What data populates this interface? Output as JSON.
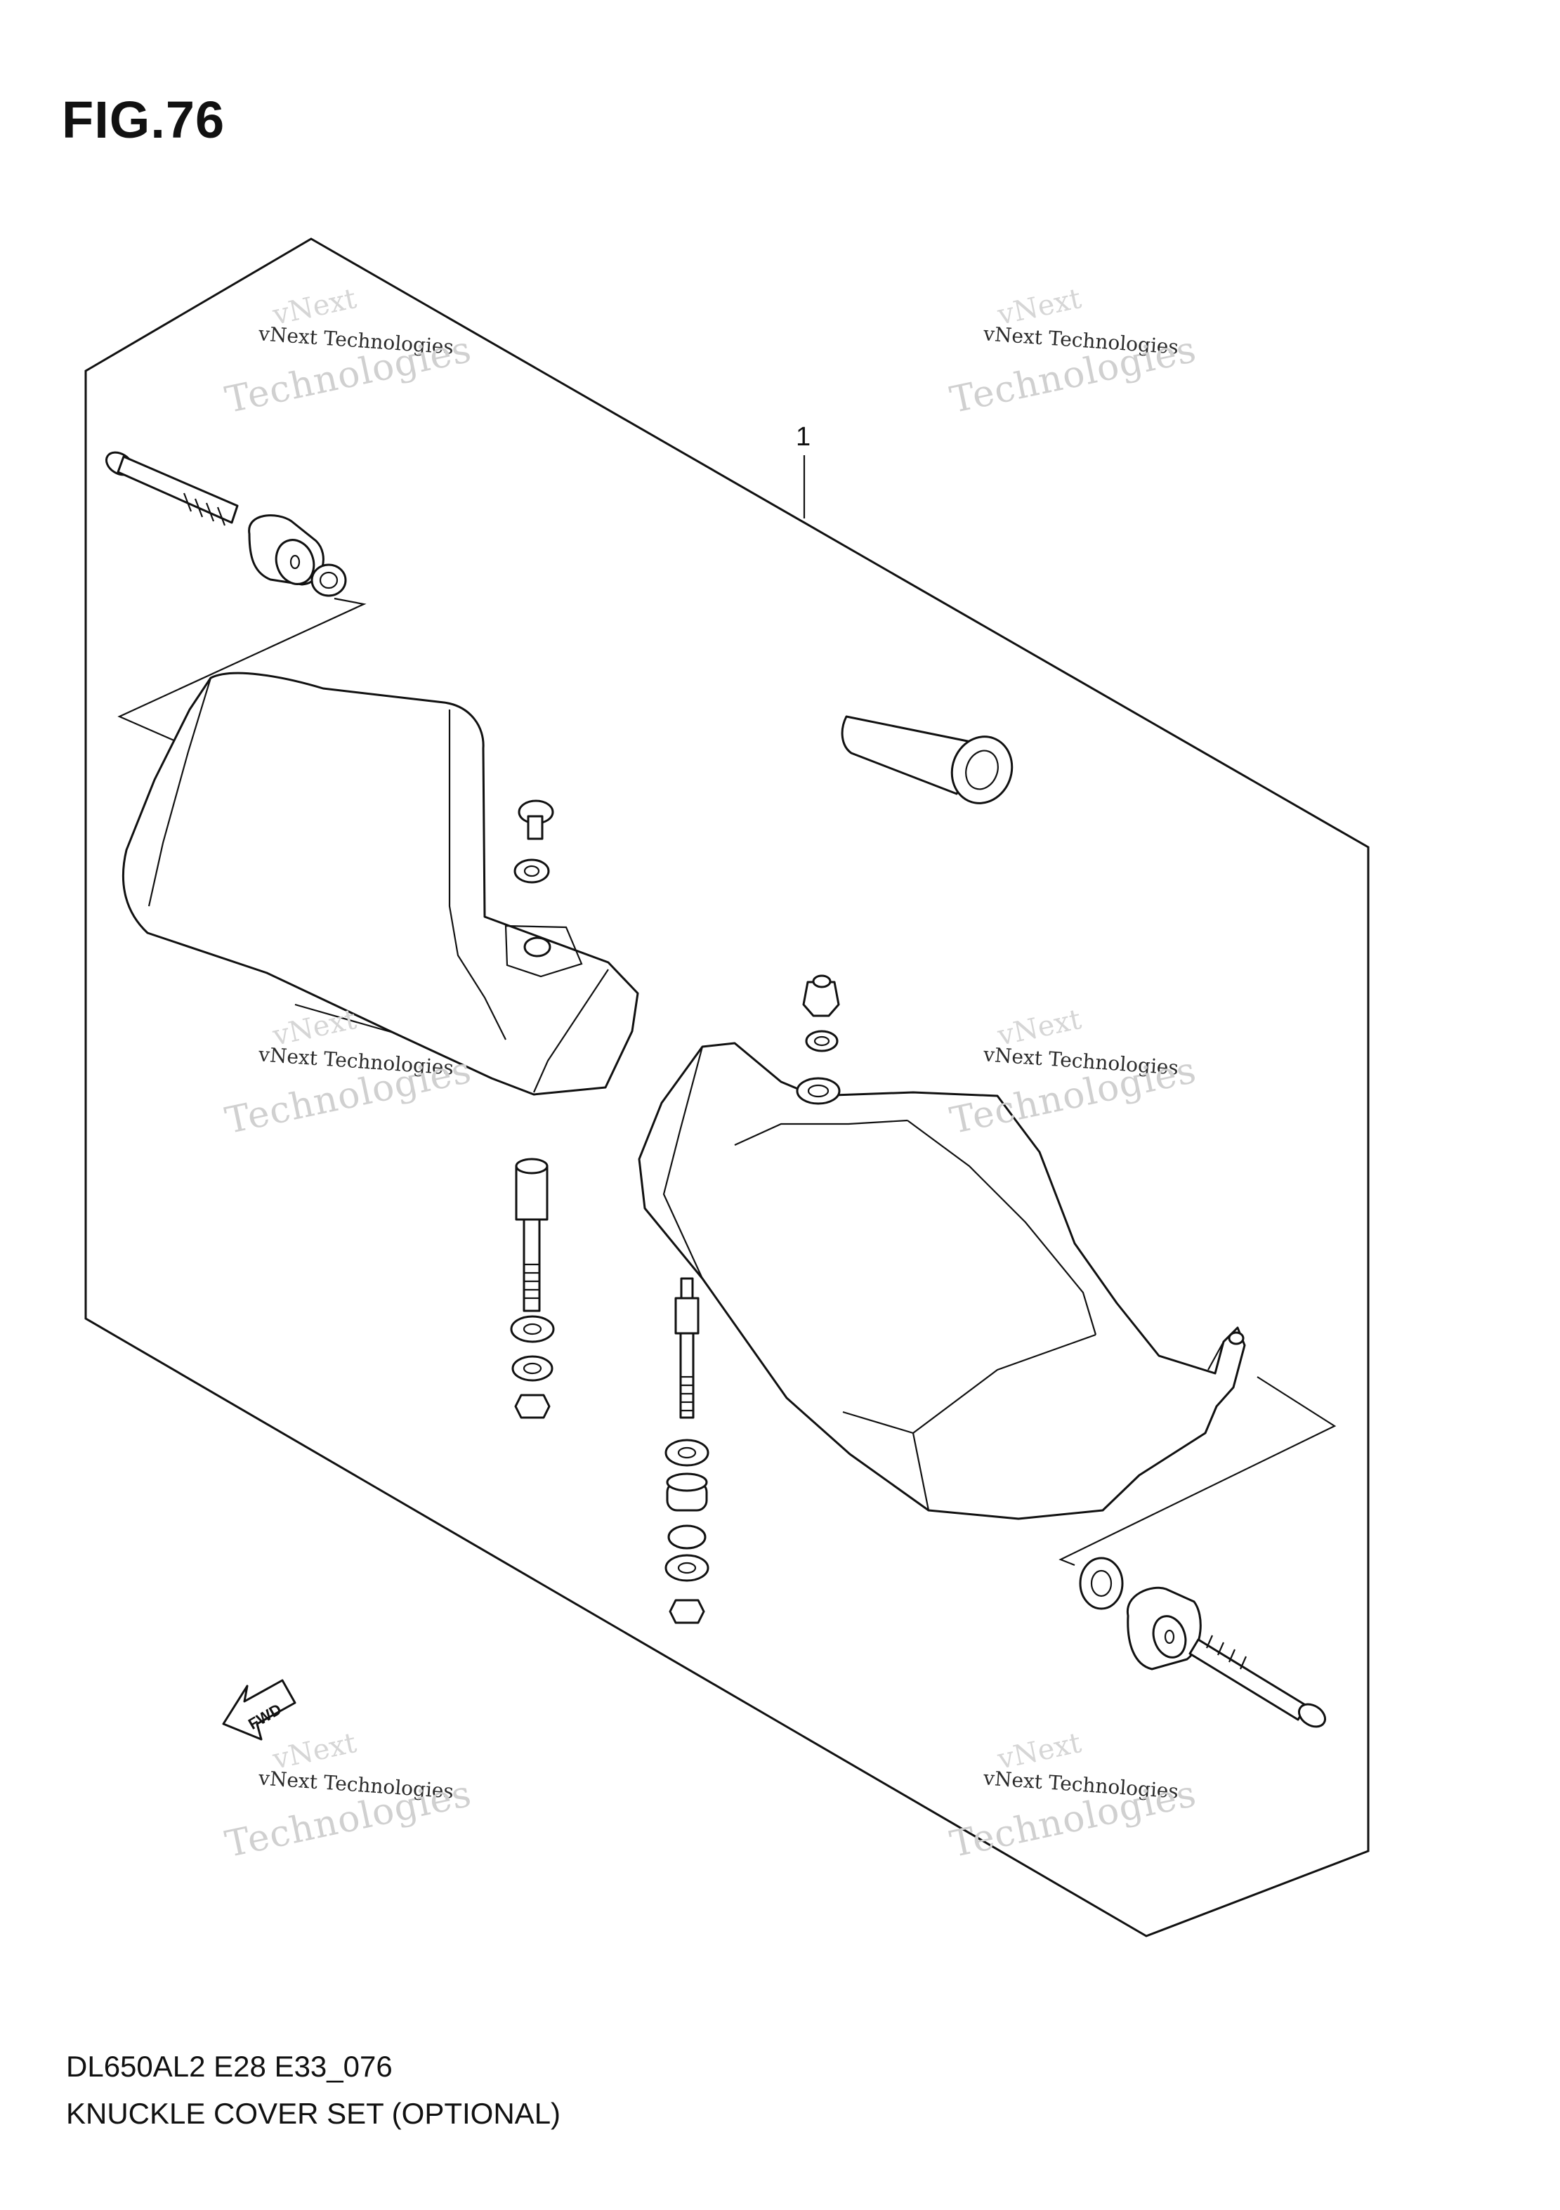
{
  "figure": {
    "title": "FIG.76",
    "callouts": [
      "1"
    ],
    "fwd_label": "FWD"
  },
  "footer": {
    "model_code": "DL650AL2 E28 E33_076",
    "part_name": "KNUCKLE COVER SET (OPTIONAL)"
  },
  "watermark": {
    "line1": "vNext",
    "line2": "vNext Technologies",
    "line3": "Technologies"
  }
}
